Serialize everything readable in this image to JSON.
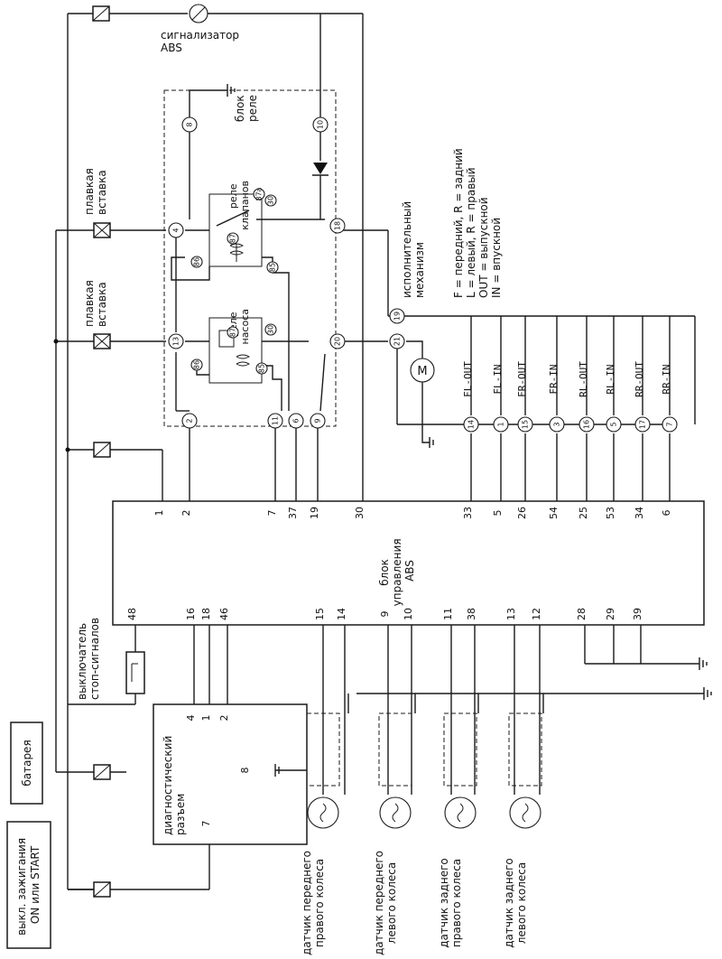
{
  "labels": {
    "abs_lamp": "сигнализатор ABS",
    "relay_block": "блок реле",
    "valve_relay": "реле клапанов",
    "pump_relay": "реле насоса",
    "fuse": "плавкая вставка",
    "actuator": "исполнительный механизм",
    "legend_1": "F = передний, R = задний",
    "legend_2": "L = левый, R = правый",
    "legend_3": "OUT = выпускной",
    "legend_4": "IN = впускной",
    "ecu": "блок управления ABS",
    "brake_switch": "выключатель стоп-сигналов",
    "battery": "батарея",
    "ignition": "выкл. зажигания ON или START",
    "diag": "диагностический разъем",
    "sensor_fr": "датчик переднего правого колеса",
    "sensor_fl": "датчик переднего левого колеса",
    "sensor_rr": "датчик заднего правого колеса",
    "sensor_rl": "датчик заднего левого колеса"
  },
  "valves": [
    "FL-OUT",
    "FL-IN",
    "FR-OUT",
    "FR-IN",
    "RL-OUT",
    "RL-IN",
    "RR-OUT",
    "RR-IN"
  ],
  "valve_nodes": [
    "14",
    "1",
    "15",
    "3",
    "16",
    "5",
    "17",
    "7"
  ],
  "ecu_top_pins": [
    "1",
    "2",
    "7",
    "37",
    "19",
    "30",
    "33",
    "5",
    "26",
    "54",
    "25",
    "53",
    "34",
    "6"
  ],
  "ecu_bottom_pins": [
    "48",
    "16",
    "18",
    "46",
    "15",
    "14",
    "9",
    "10",
    "11",
    "38",
    "13",
    "12",
    "28",
    "29",
    "39"
  ],
  "relay_block_nodes": [
    "8",
    "10",
    "4",
    "18",
    "13",
    "20",
    "2",
    "11",
    "6",
    "9",
    "19",
    "21"
  ],
  "relay_terminals": [
    "87a",
    "30",
    "87",
    "86",
    "85",
    "87",
    "30",
    "86",
    "85"
  ],
  "diag_pins": [
    "4",
    "1",
    "2",
    "8",
    "7"
  ],
  "motor_symbol": "M"
}
